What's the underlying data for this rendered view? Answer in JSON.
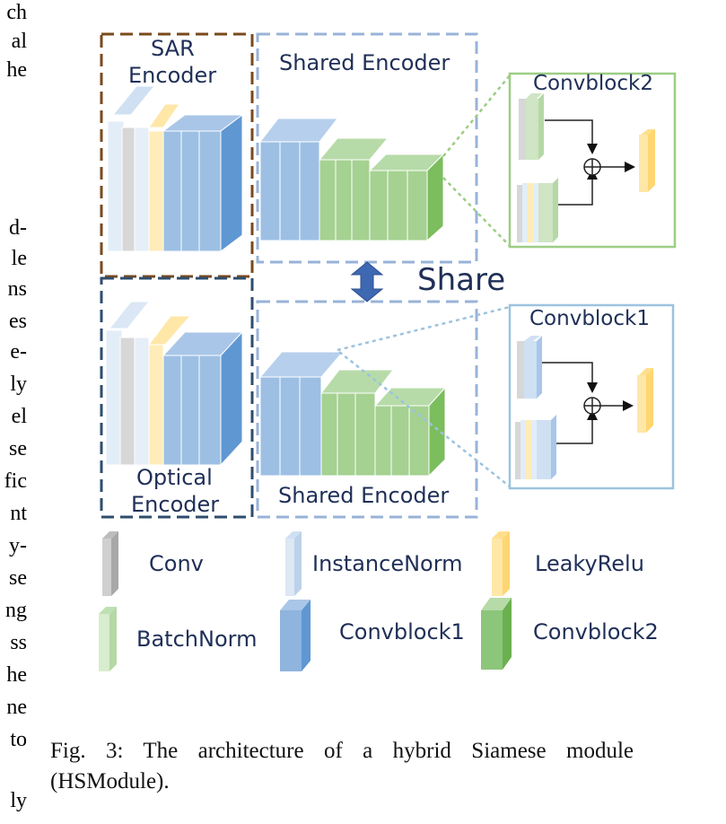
{
  "left_column_fragments": [
    "ch",
    "al",
    "he",
    "d-",
    "le",
    "ns",
    "es",
    "e-",
    "ly",
    "el",
    "se",
    "fic",
    "nt",
    "y-",
    "se",
    "ng",
    "ss",
    "he",
    "ne",
    "to",
    "ly"
  ],
  "figure": {
    "sar_encoder_line1": "SAR",
    "sar_encoder_line2": "Encoder",
    "optical_encoder_line1": "Optical",
    "optical_encoder_line2": "Encoder",
    "shared_encoder_top": "Shared Encoder",
    "shared_encoder_bottom": "Shared Encoder",
    "share_label": "Share",
    "convblock2_title": "Convblock2",
    "convblock1_title": "Convblock1",
    "legend": [
      {
        "label": "Conv"
      },
      {
        "label": "InstanceNorm"
      },
      {
        "label": "LeakyRelu"
      },
      {
        "label": "BatchNorm"
      },
      {
        "label": "Convblock1"
      },
      {
        "label": "Convblock2"
      }
    ],
    "colors": {
      "conv": "#d4d4d4",
      "instancenorm": "#dde8f4",
      "leakyrelu": "#ffe7a8",
      "batchnorm": "#cfe5c4",
      "convblock1": "#8fb4de",
      "convblock2": "#8cc67a",
      "sar_border": "#7a4a1c",
      "optical_border": "#2e4d6e",
      "shared_border": "#98b3d8",
      "cb2_border": "#9ccd84",
      "cb1_border": "#9cc3df"
    }
  },
  "caption": "Fig. 3: The architecture of a hybrid Siamese module (HSModule)."
}
